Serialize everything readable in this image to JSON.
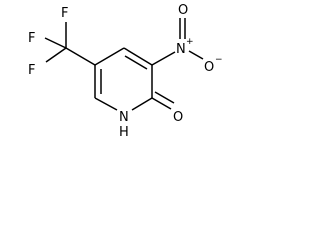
{
  "molecule": {
    "atoms": {
      "f1": "F",
      "f2": "F",
      "f3": "F",
      "n_nitro": "N",
      "n_nitro_charge": "+",
      "o_nitro_top": "O",
      "o_nitro_right": "O",
      "o_nitro_right_charge": "−",
      "n_ring": "N",
      "h_ring": "H",
      "o_carbonyl": "O"
    }
  }
}
